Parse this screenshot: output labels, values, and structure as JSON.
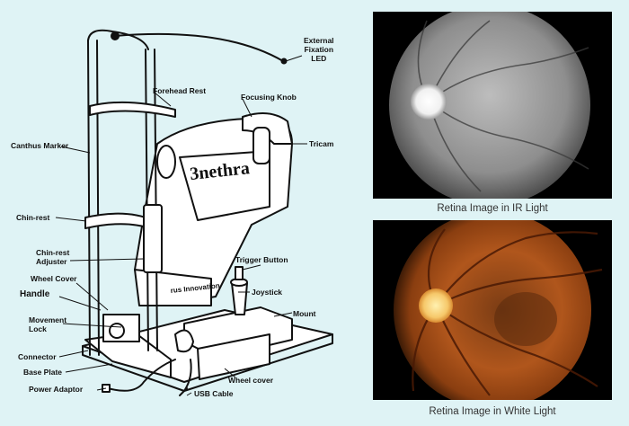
{
  "brand_text": "3nethra",
  "brand_sub": "rus Innovation",
  "labels": {
    "external_fixation": [
      "External",
      "Fixation",
      "LED"
    ],
    "forehead_rest": "Forehead Rest",
    "focusing_knob": "Focusing Knob",
    "canthus_marker": "Canthus Marker",
    "tricam": "Tricam",
    "chin_rest": "Chin-rest",
    "chin_rest_adjuster": [
      "Chin-rest",
      "Adjuster"
    ],
    "trigger_button": "Trigger Button",
    "wheel_cover_top": "Wheel Cover",
    "handle": "Handle",
    "joystick": "Joystick",
    "movement_lock": [
      "Movement",
      "Lock"
    ],
    "mount": "Mount",
    "connector": "Connector",
    "base_plate": "Base Plate",
    "wheel_cover_bottom": "Wheel cover",
    "power_adaptor": "Power Adaptor",
    "usb_cable": "USB Cable"
  },
  "captions": {
    "ir": "Retina Image in IR Light",
    "white": "Retina Image in White Light"
  },
  "colors": {
    "background": "#dff3f5",
    "ir_fundus": "#8e8e8e",
    "white_fundus": "#b0561c"
  }
}
